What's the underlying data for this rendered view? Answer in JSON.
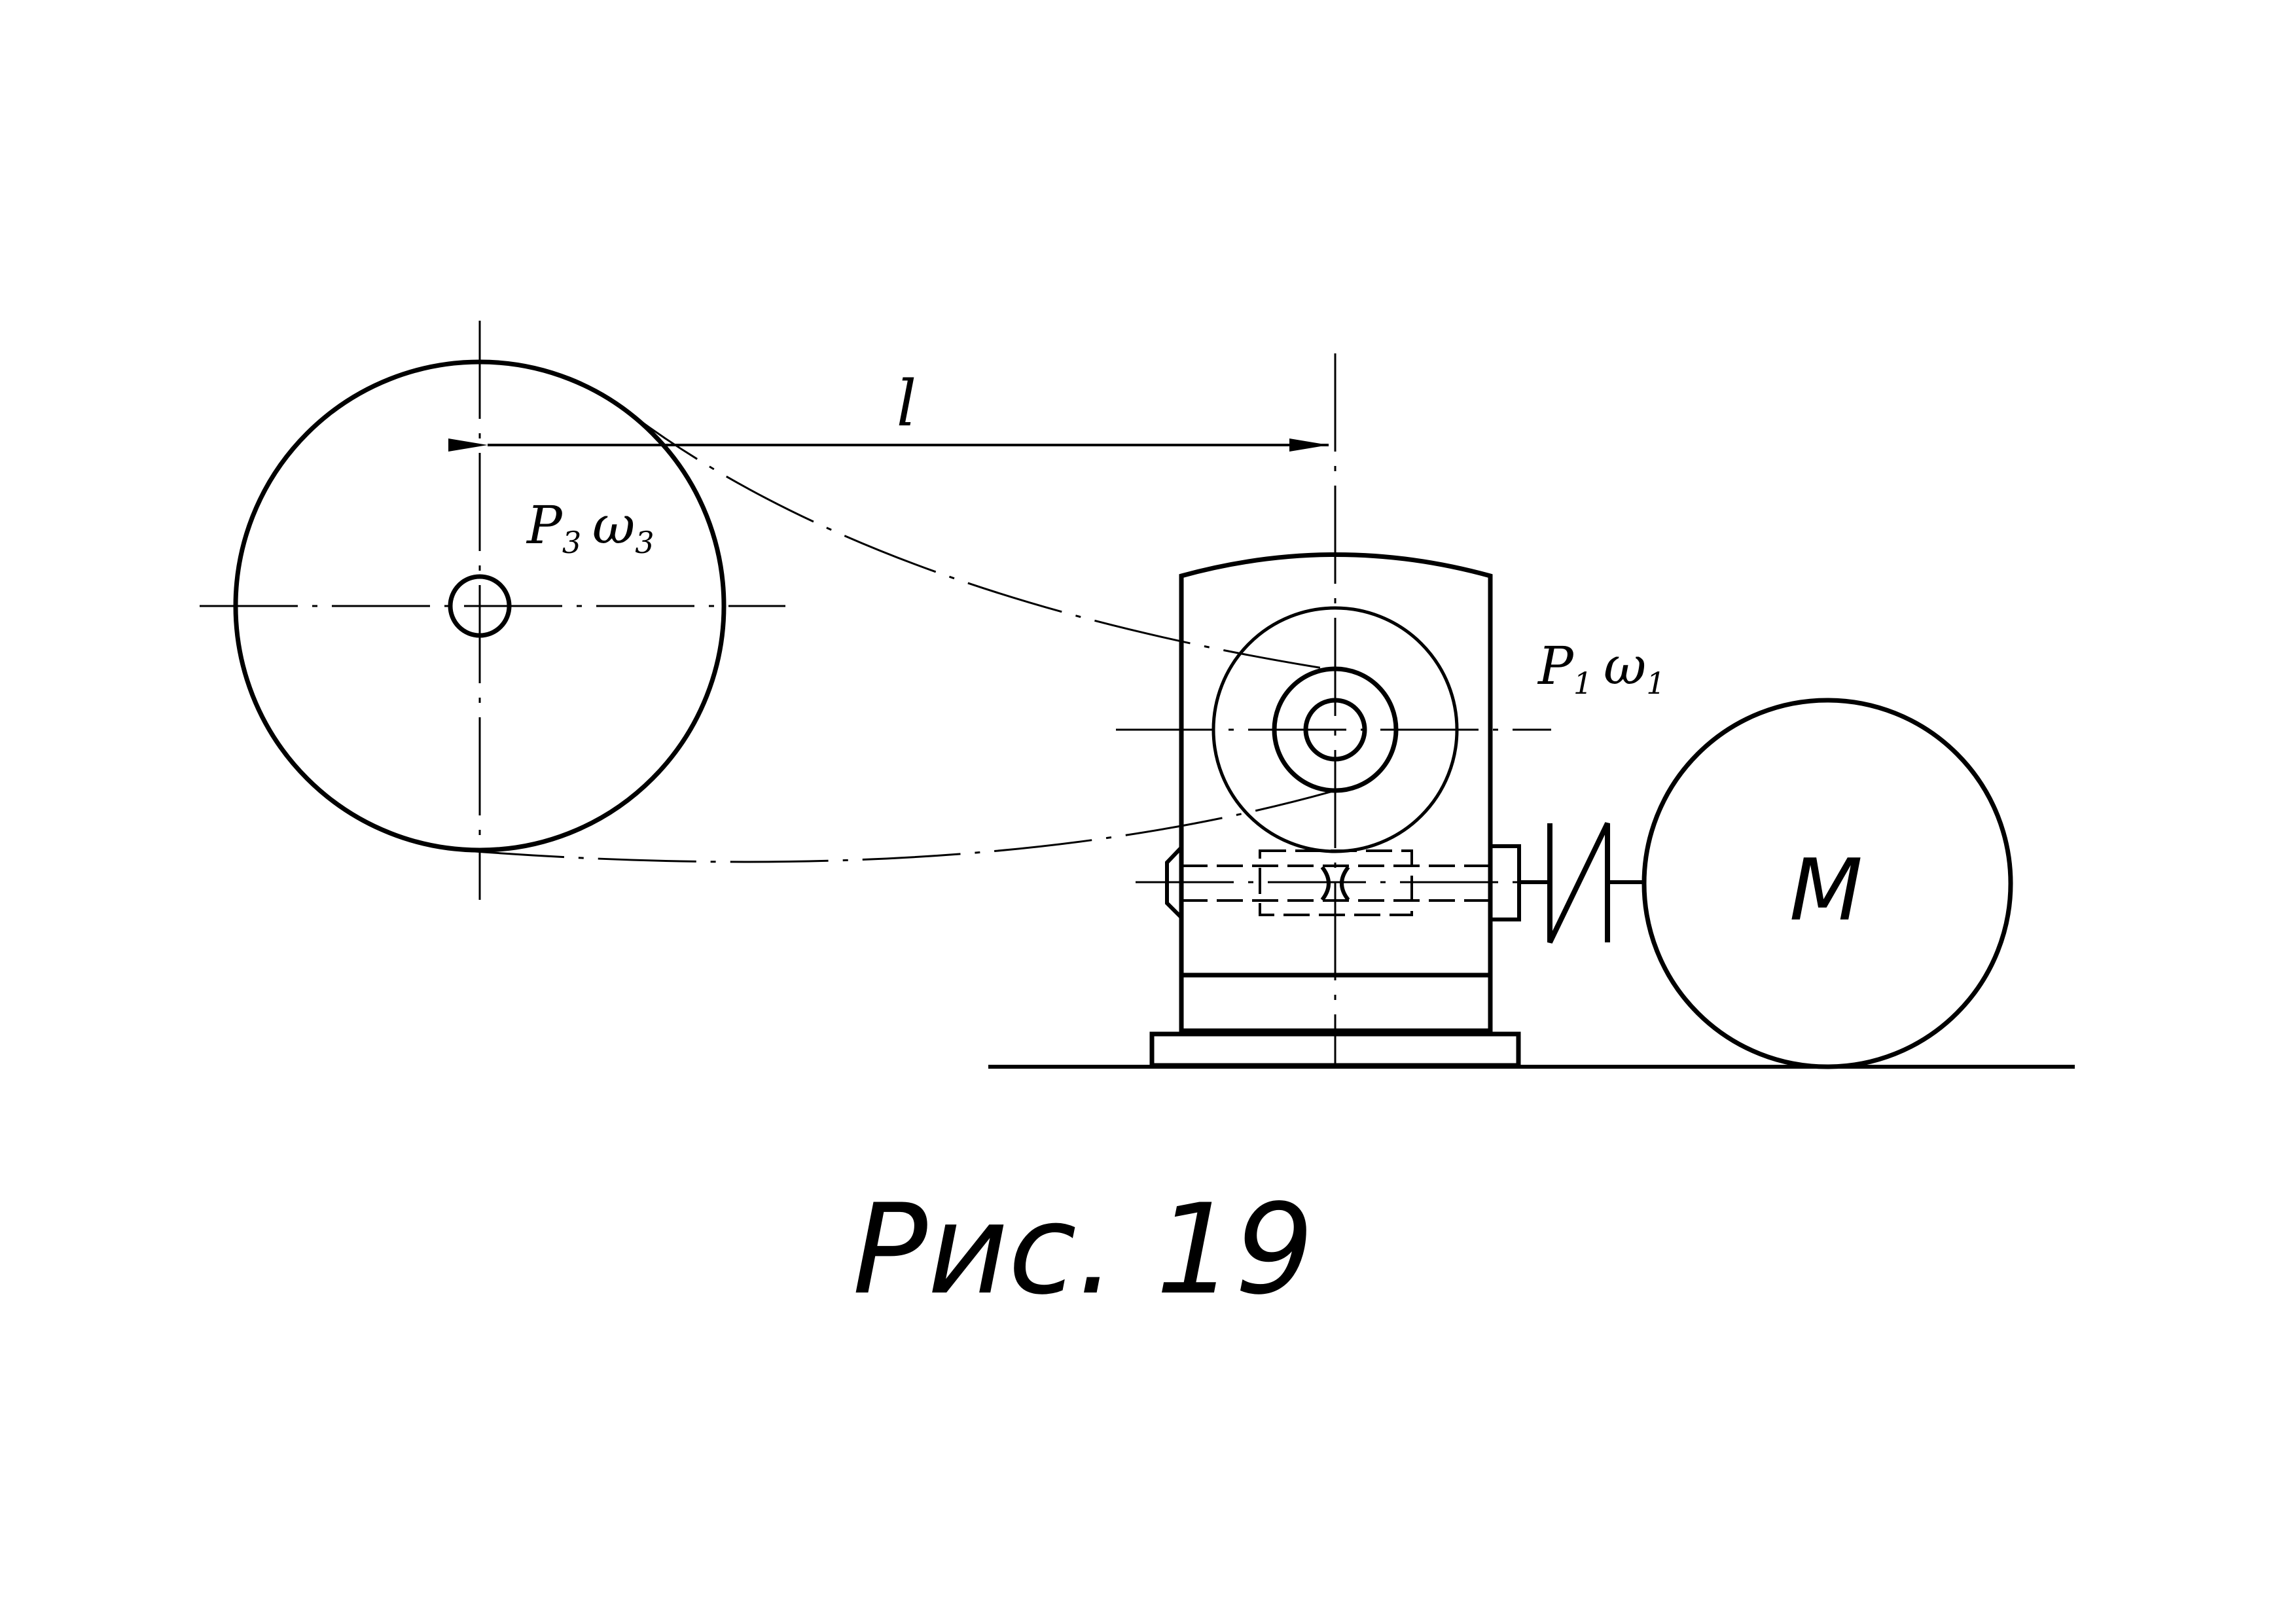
{
  "diagram": {
    "dimension_label": "l",
    "drum_label": {
      "p": "P",
      "p_sub": "3",
      "w": "ω",
      "w_sub": "3"
    },
    "reducer_label": {
      "p": "P",
      "p_sub": "1",
      "w": "ω",
      "w_sub": "1"
    },
    "motor_label": "M"
  },
  "caption": "Рис. 19",
  "colors": {
    "line": "#000000",
    "background": "#ffffff"
  }
}
